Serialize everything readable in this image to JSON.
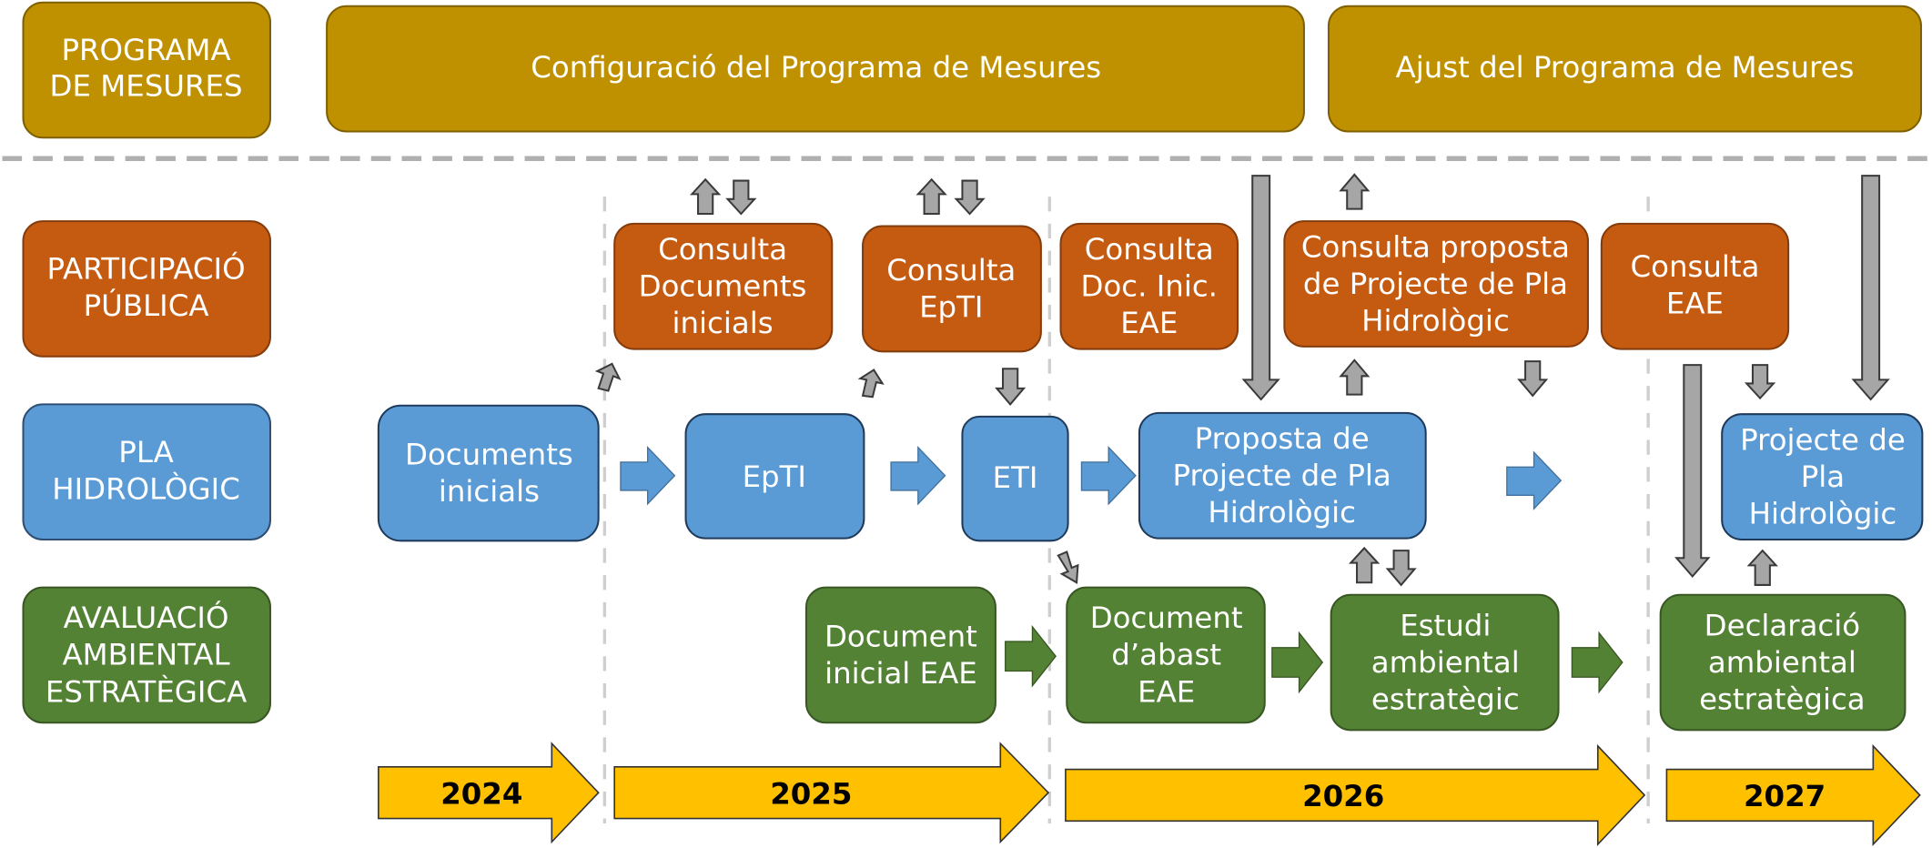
{
  "colors": {
    "programa": "#bf9000",
    "participacio": "#c55a11",
    "pla": "#5b9bd5",
    "avaluacio": "#548235",
    "years": "#ffc000",
    "connector": "#a6a6a6"
  },
  "rows": {
    "programa": [
      "PROGRAMA",
      "DE MESURES"
    ],
    "participacio": [
      "PARTICIPACIÓ",
      "PÚBLICA"
    ],
    "pla": [
      "PLA",
      "HIDROLÒGIC"
    ],
    "avaluacio": [
      "AVALUACIÓ",
      "AMBIENTAL",
      "ESTRATÈGICA"
    ]
  },
  "programa_phases": [
    "Configuració del Programa de Mesures",
    "Ajust del Programa de Mesures"
  ],
  "participacio_boxes": [
    [
      "Consulta",
      "Documents",
      "inicials"
    ],
    [
      "Consulta",
      "EpTI"
    ],
    [
      "Consulta",
      "Doc. Inic.",
      "EAE"
    ],
    [
      "Consulta proposta",
      "de Projecte de  Pla",
      "Hidrològic"
    ],
    [
      "Consulta",
      "EAE"
    ]
  ],
  "pla_boxes": [
    [
      "Documents",
      "inicials"
    ],
    [
      "EpTI"
    ],
    [
      "ETI"
    ],
    [
      "Proposta de",
      "Projecte de Pla",
      "Hidrològic"
    ],
    [
      "Projecte de",
      "Pla",
      "Hidrològic"
    ]
  ],
  "avaluacio_boxes": [
    [
      "Document",
      "inicial EAE"
    ],
    [
      "Document",
      "d’abast",
      "EAE"
    ],
    [
      "Estudi",
      "ambiental",
      "estratègic"
    ],
    [
      "Declaració",
      "ambiental",
      "estratègica"
    ]
  ],
  "years": [
    "2024",
    "2025",
    "2026",
    "2027"
  ]
}
